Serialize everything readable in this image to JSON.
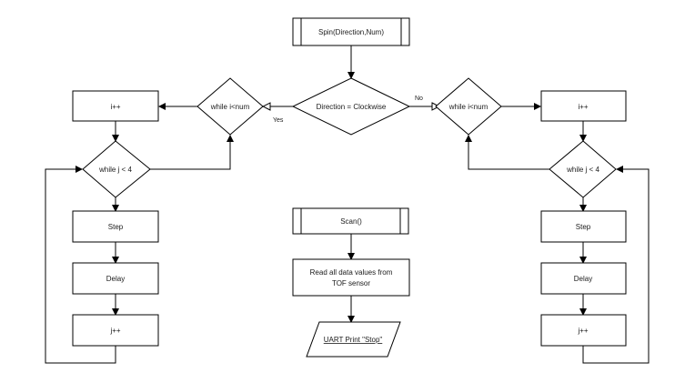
{
  "nodes": {
    "spin": "Spin(Direction,Num)",
    "direction_decision": "Direction = Clockwise",
    "yes_label": "Yes",
    "no_label": "No",
    "left": {
      "while_i": "while i<num",
      "i_inc": "i++",
      "while_j": "while j < 4",
      "step": "Step",
      "delay": "Delay",
      "j_inc": "j++"
    },
    "right": {
      "while_i": "while i<num",
      "i_inc": "i++",
      "while_j": "while j < 4",
      "step": "Step",
      "delay": "Delay",
      "j_inc": "j++"
    },
    "scan": "Scan()",
    "read_values_line1": "Read all data values from",
    "read_values_line2": "TOF sensor",
    "uart_print": "UART Print \"Stop\""
  }
}
